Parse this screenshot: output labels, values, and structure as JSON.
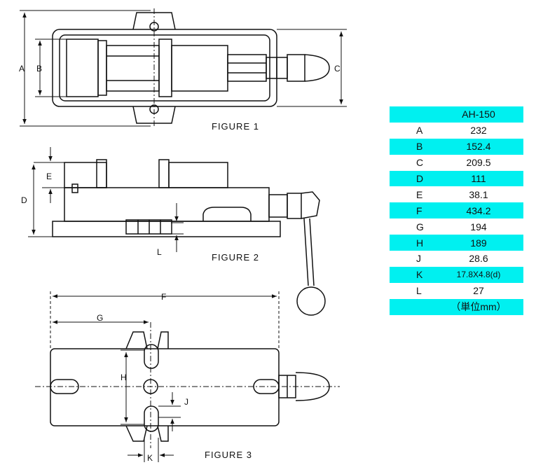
{
  "figures": {
    "fig1": "FIGURE 1",
    "fig2": "FIGURE 2",
    "fig3": "FIGURE 3"
  },
  "dimension_labels": {
    "A": "A",
    "B": "B",
    "C": "C",
    "D": "D",
    "E": "E",
    "F": "F",
    "G": "G",
    "H": "H",
    "J": "J",
    "K": "K",
    "L": "L"
  },
  "spec_table": {
    "model": "AH-150",
    "rows": [
      {
        "key": "A",
        "value": "232"
      },
      {
        "key": "B",
        "value": "152.4"
      },
      {
        "key": "C",
        "value": "209.5"
      },
      {
        "key": "D",
        "value": "111"
      },
      {
        "key": "E",
        "value": "38.1"
      },
      {
        "key": "F",
        "value": "434.2"
      },
      {
        "key": "G",
        "value": "194"
      },
      {
        "key": "H",
        "value": "189"
      },
      {
        "key": "J",
        "value": "28.6"
      },
      {
        "key": "K",
        "value": "17.8X4.8(d)"
      },
      {
        "key": "L",
        "value": "27"
      }
    ],
    "unit_note": "（単位mm）",
    "highlight_color": "#00f0f0"
  }
}
